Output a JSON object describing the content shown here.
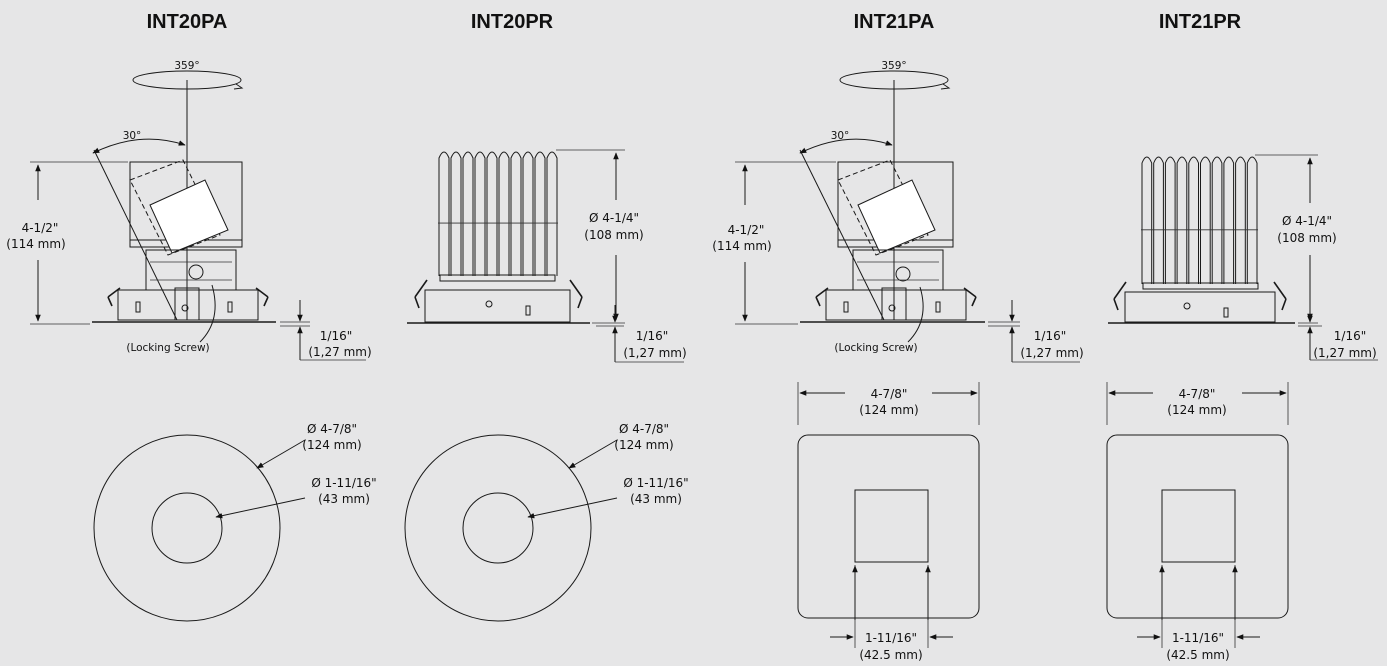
{
  "products": [
    {
      "code": "INT20PA"
    },
    {
      "code": "INT20PR"
    },
    {
      "code": "INT21PA"
    },
    {
      "code": "INT21PR"
    }
  ],
  "dimensions": {
    "rotation": "359°",
    "tilt": "30°",
    "height_in": "4-1/2\"",
    "height_mm": "(114 mm)",
    "diameter_in": "Ø 4-1/4\"",
    "diameter_mm": "(108 mm)",
    "flange_in": "1/16\"",
    "flange_mm": "(1,27 mm)",
    "locking_screw": "(Locking Screw)",
    "round_outer_in": "Ø 4-7/8\"",
    "round_outer_mm": "(124 mm)",
    "round_inner_in": "Ø 1-11/16\"",
    "round_inner_mm": "(43 mm)",
    "square_outer_in": "4-7/8\"",
    "square_outer_mm": "(124 mm)",
    "square_inner_in": "1-11/16\"",
    "square_inner_mm": "(42.5 mm)"
  }
}
